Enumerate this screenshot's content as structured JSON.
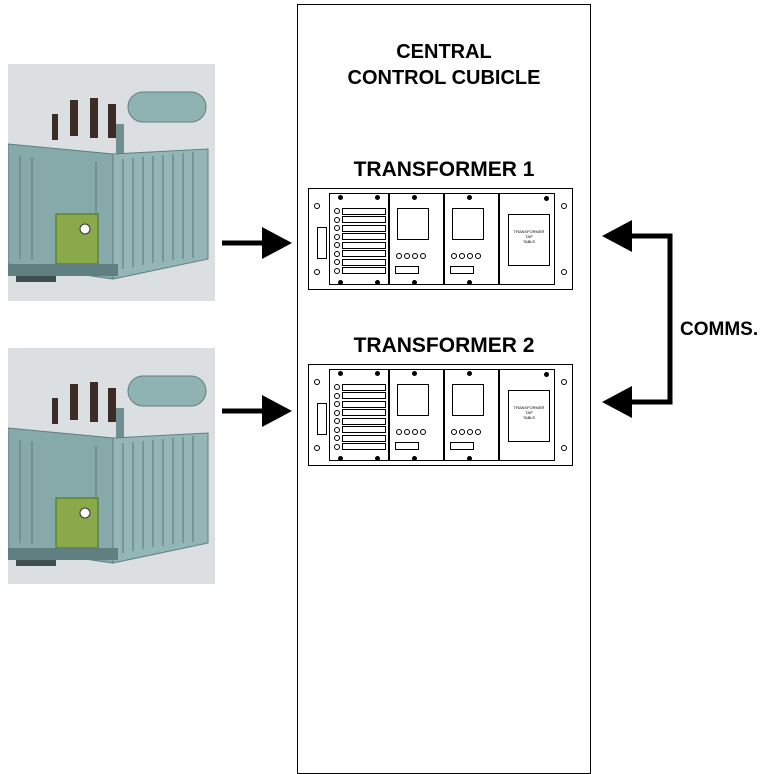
{
  "cubicle": {
    "title_line1": "CENTRAL",
    "title_line2": "CONTROL CUBICLE"
  },
  "panels": [
    {
      "label": "TRANSFORMER 1",
      "tap_table": [
        "TRANSFORMER",
        "TAP",
        "TABLE"
      ]
    },
    {
      "label": "TRANSFORMER 2",
      "tap_table": [
        "TRANSFORMER",
        "TAP",
        "TABLE"
      ]
    }
  ],
  "comms": {
    "label": "COMMS."
  },
  "colors": {
    "line": "#000000",
    "transformer_body": "#7fa3a5",
    "control_box": "#8aa94a",
    "photo_bg": "#dcdfe2",
    "bushing": "#3d2b25"
  },
  "icons": {
    "transformer_photo": "power-transformer-image",
    "arrow": "arrow-right",
    "comms_link": "double-headed-bracket-arrow"
  }
}
